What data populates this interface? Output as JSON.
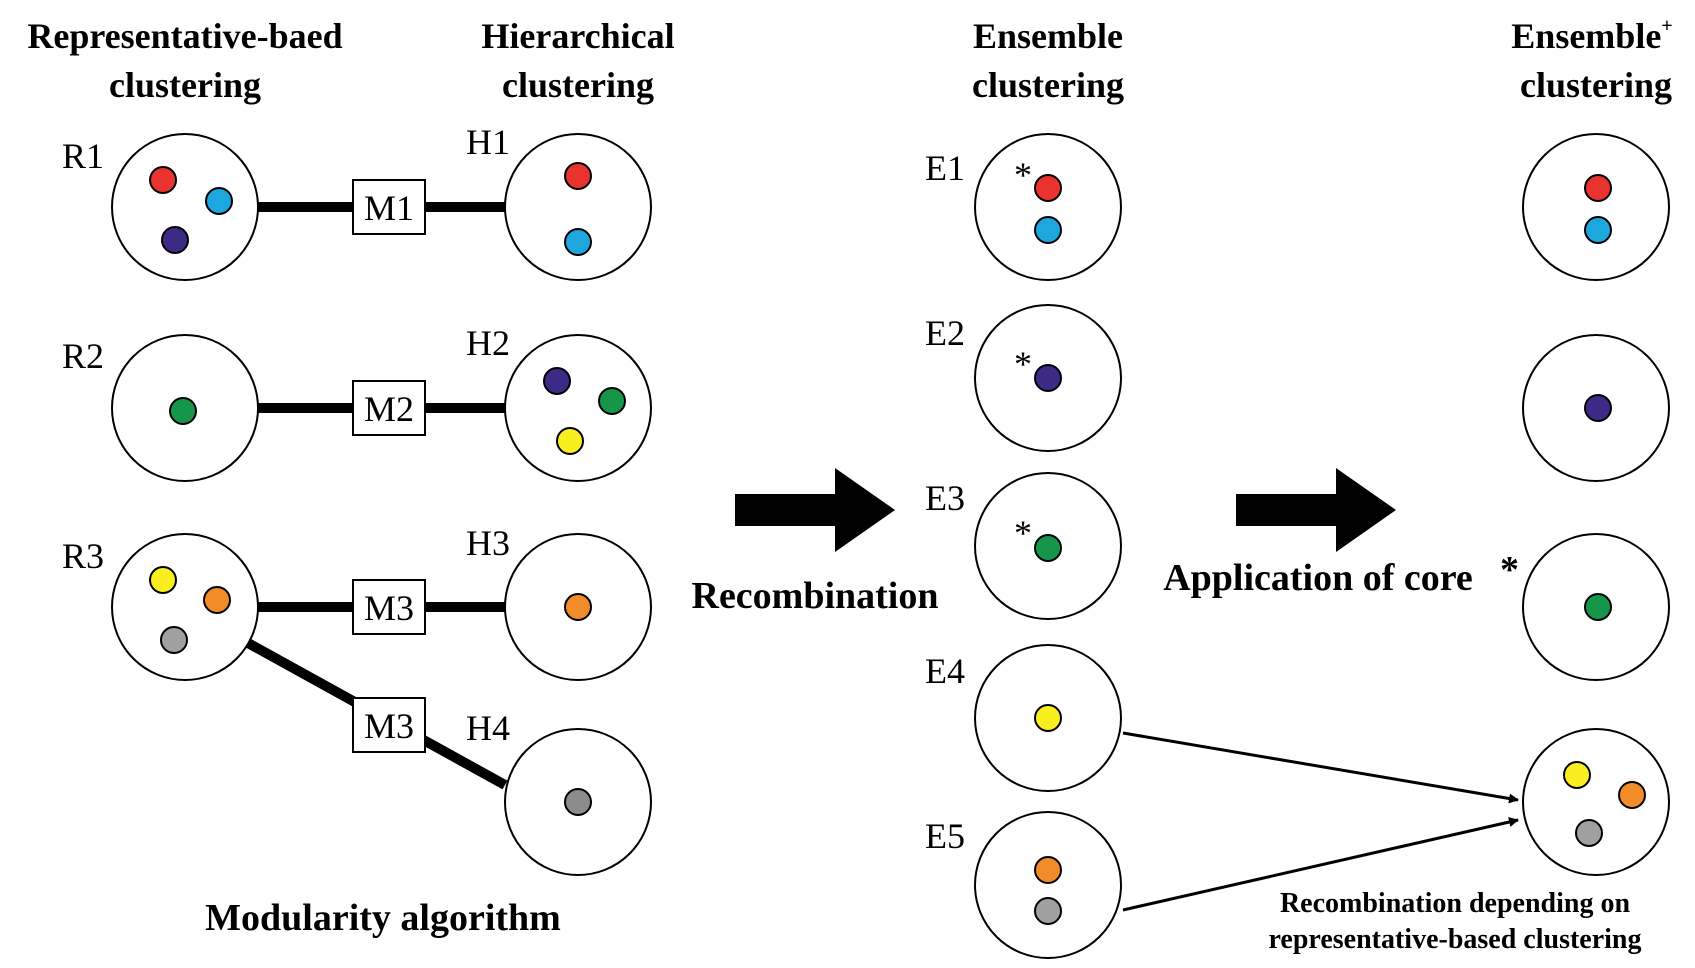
{
  "headers": {
    "rep_line1": "Representative-baed",
    "rep_line2": "clustering",
    "hier_line1": "Hierarchical",
    "hier_line2": "clustering",
    "ens_line1": "Ensemble",
    "ens_line2": "clustering",
    "ensp_line1": "Ensemble",
    "ensp_sup": "+",
    "ensp_line2": "clustering"
  },
  "labels": {
    "r1": "R1",
    "r2": "R2",
    "r3": "R3",
    "h1": "H1",
    "h2": "H2",
    "h3": "H3",
    "h4": "H4",
    "e1": "E1",
    "e2": "E2",
    "e3": "E3",
    "e4": "E4",
    "e5": "E5"
  },
  "modules": {
    "m1": "M1",
    "m2": "M2",
    "m3a": "M3",
    "m3b": "M3"
  },
  "text": {
    "recombination": "Recombination",
    "application": "Application of core",
    "star": "*",
    "modularity": "Modularity algorithm",
    "recomb_dep_line1": "Recombination depending on",
    "recomb_dep_line2": "representative-based clustering"
  },
  "colors": {
    "red": "#e8332e",
    "blue": "#1ea7df",
    "purple": "#3c2a86",
    "green": "#16964a",
    "yellow": "#f8ee20",
    "orange": "#f28b2a",
    "gray": "#a0a0a0",
    "darkgray": "#8c8c8c"
  }
}
